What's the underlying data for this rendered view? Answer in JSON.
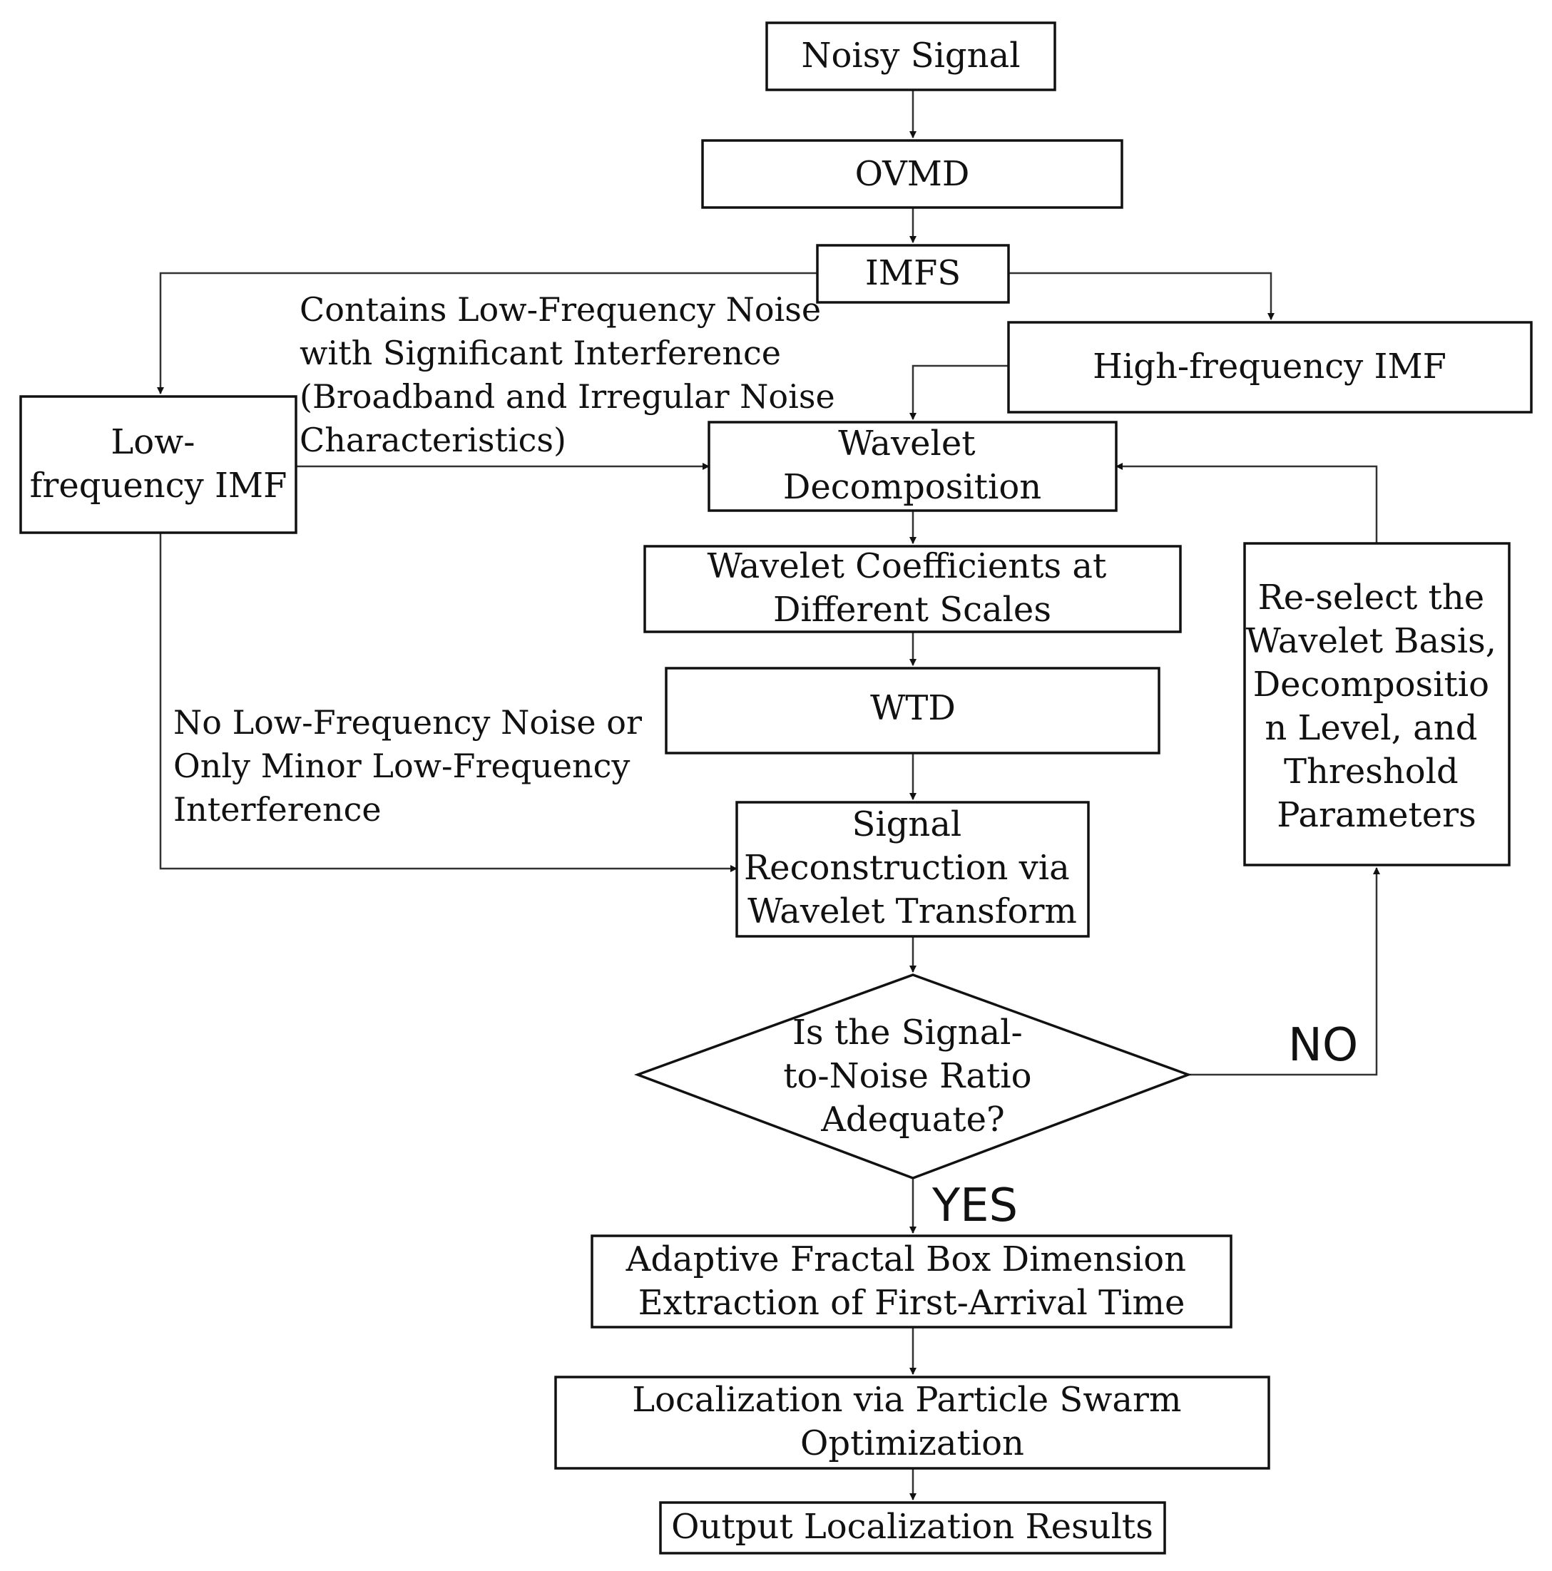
{
  "nodes": {
    "noisy_signal": [
      "Noisy Signal"
    ],
    "ovmd": [
      "OVMD"
    ],
    "imfs": [
      "IMFS"
    ],
    "high_freq_imf": [
      "High-frequency IMF"
    ],
    "low_freq_imf": [
      "Low-",
      "frequency IMF"
    ],
    "wavelet_decomposition": [
      "Wavelet",
      "Decomposition"
    ],
    "wavelet_coefficients": [
      "Wavelet Coefficients at",
      "Different Scales"
    ],
    "wtd": [
      "WTD"
    ],
    "signal_reconstruction": [
      "Signal",
      "Reconstruction via",
      "Wavelet Transform"
    ],
    "snr_decision": [
      "Is the Signal-",
      "to-Noise Ratio",
      "Adequate?"
    ],
    "reselect": [
      "Re-select the",
      "Wavelet Basis,",
      "Decompositio",
      "n Level, and",
      "Threshold",
      "Parameters"
    ],
    "fractal_box": [
      "Adaptive Fractal Box Dimension",
      "Extraction of First-Arrival Time"
    ],
    "pso": [
      "Localization via Particle Swarm",
      "Optimization"
    ],
    "output": [
      "Output Localization Results"
    ]
  },
  "edge_labels": {
    "low_freq_noise": [
      "Contains Low-Frequency Noise",
      "with Significant Interference",
      "(Broadband and Irregular Noise",
      "Characteristics)"
    ],
    "no_low_freq_noise": [
      "No Low-Frequency Noise or",
      "Only Minor Low-Frequency",
      "Interference"
    ],
    "no": "NO",
    "yes": "YES"
  }
}
